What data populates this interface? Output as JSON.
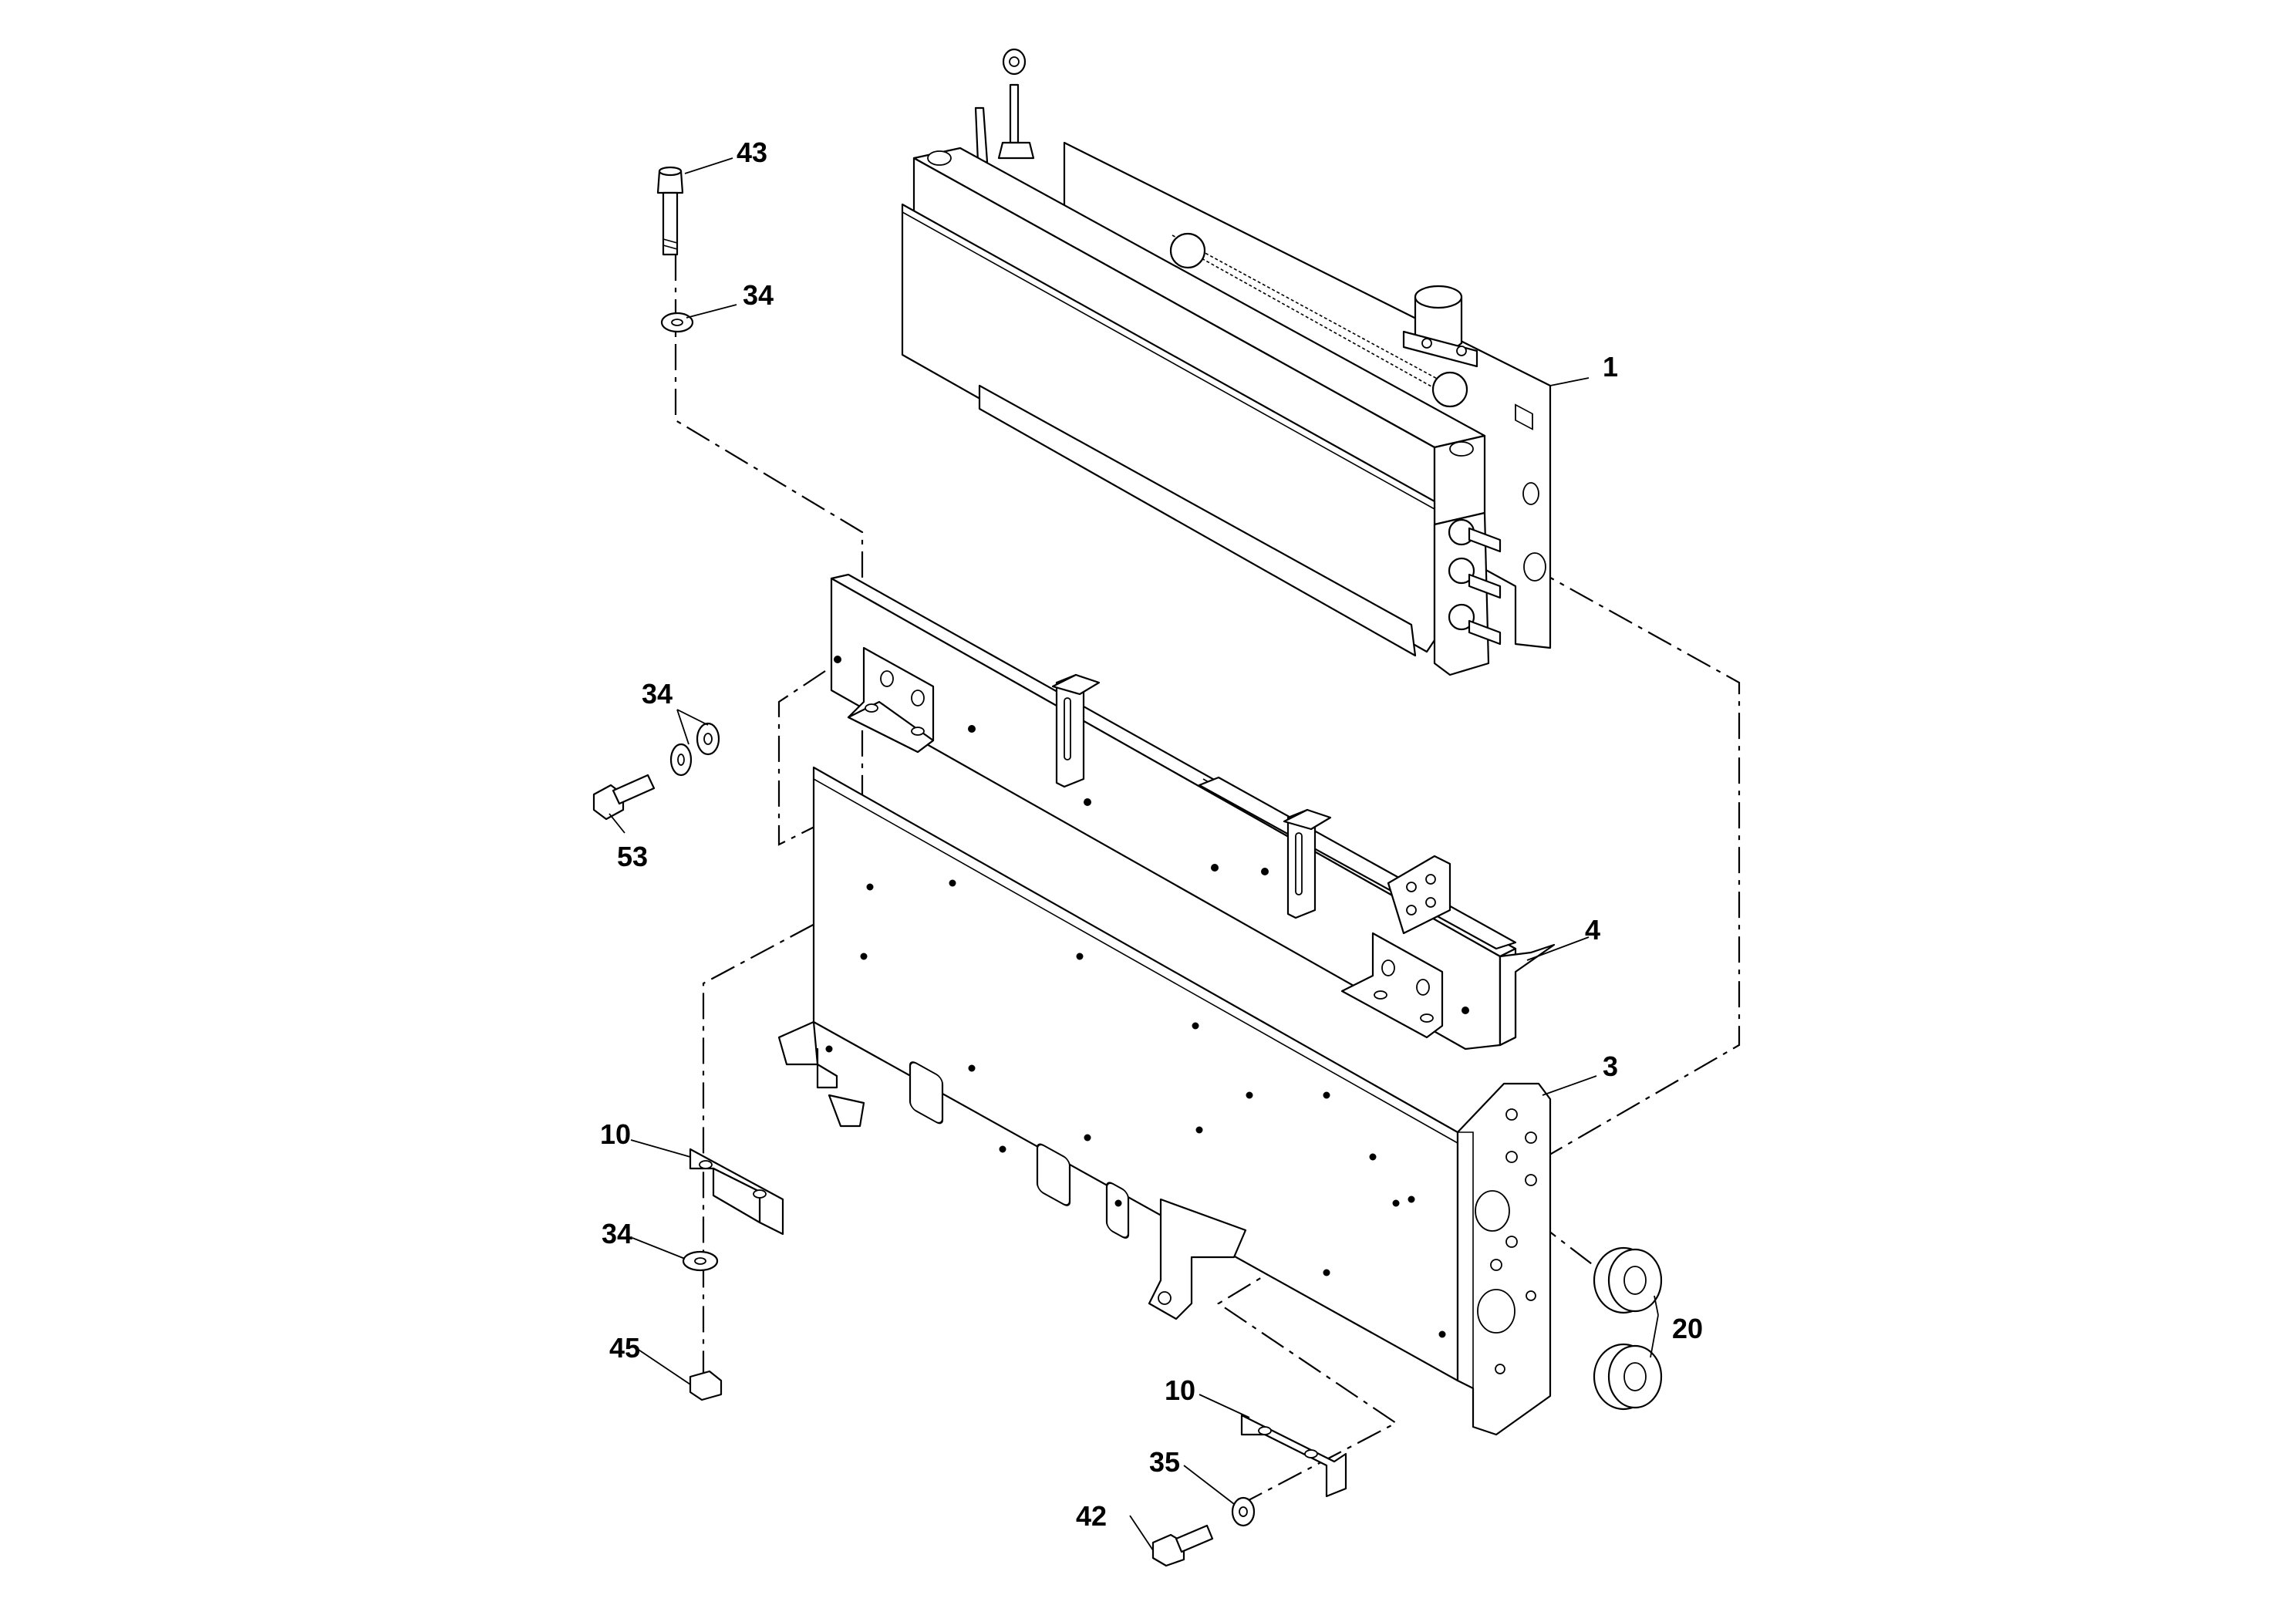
{
  "callouts": {
    "c1": "1",
    "c3": "3",
    "c4": "4",
    "c10a": "10",
    "c10b": "10",
    "c20": "20",
    "c34a": "34",
    "c34b": "34",
    "c34c": "34",
    "c35": "35",
    "c42": "42",
    "c43": "43",
    "c45": "45",
    "c53": "53"
  }
}
